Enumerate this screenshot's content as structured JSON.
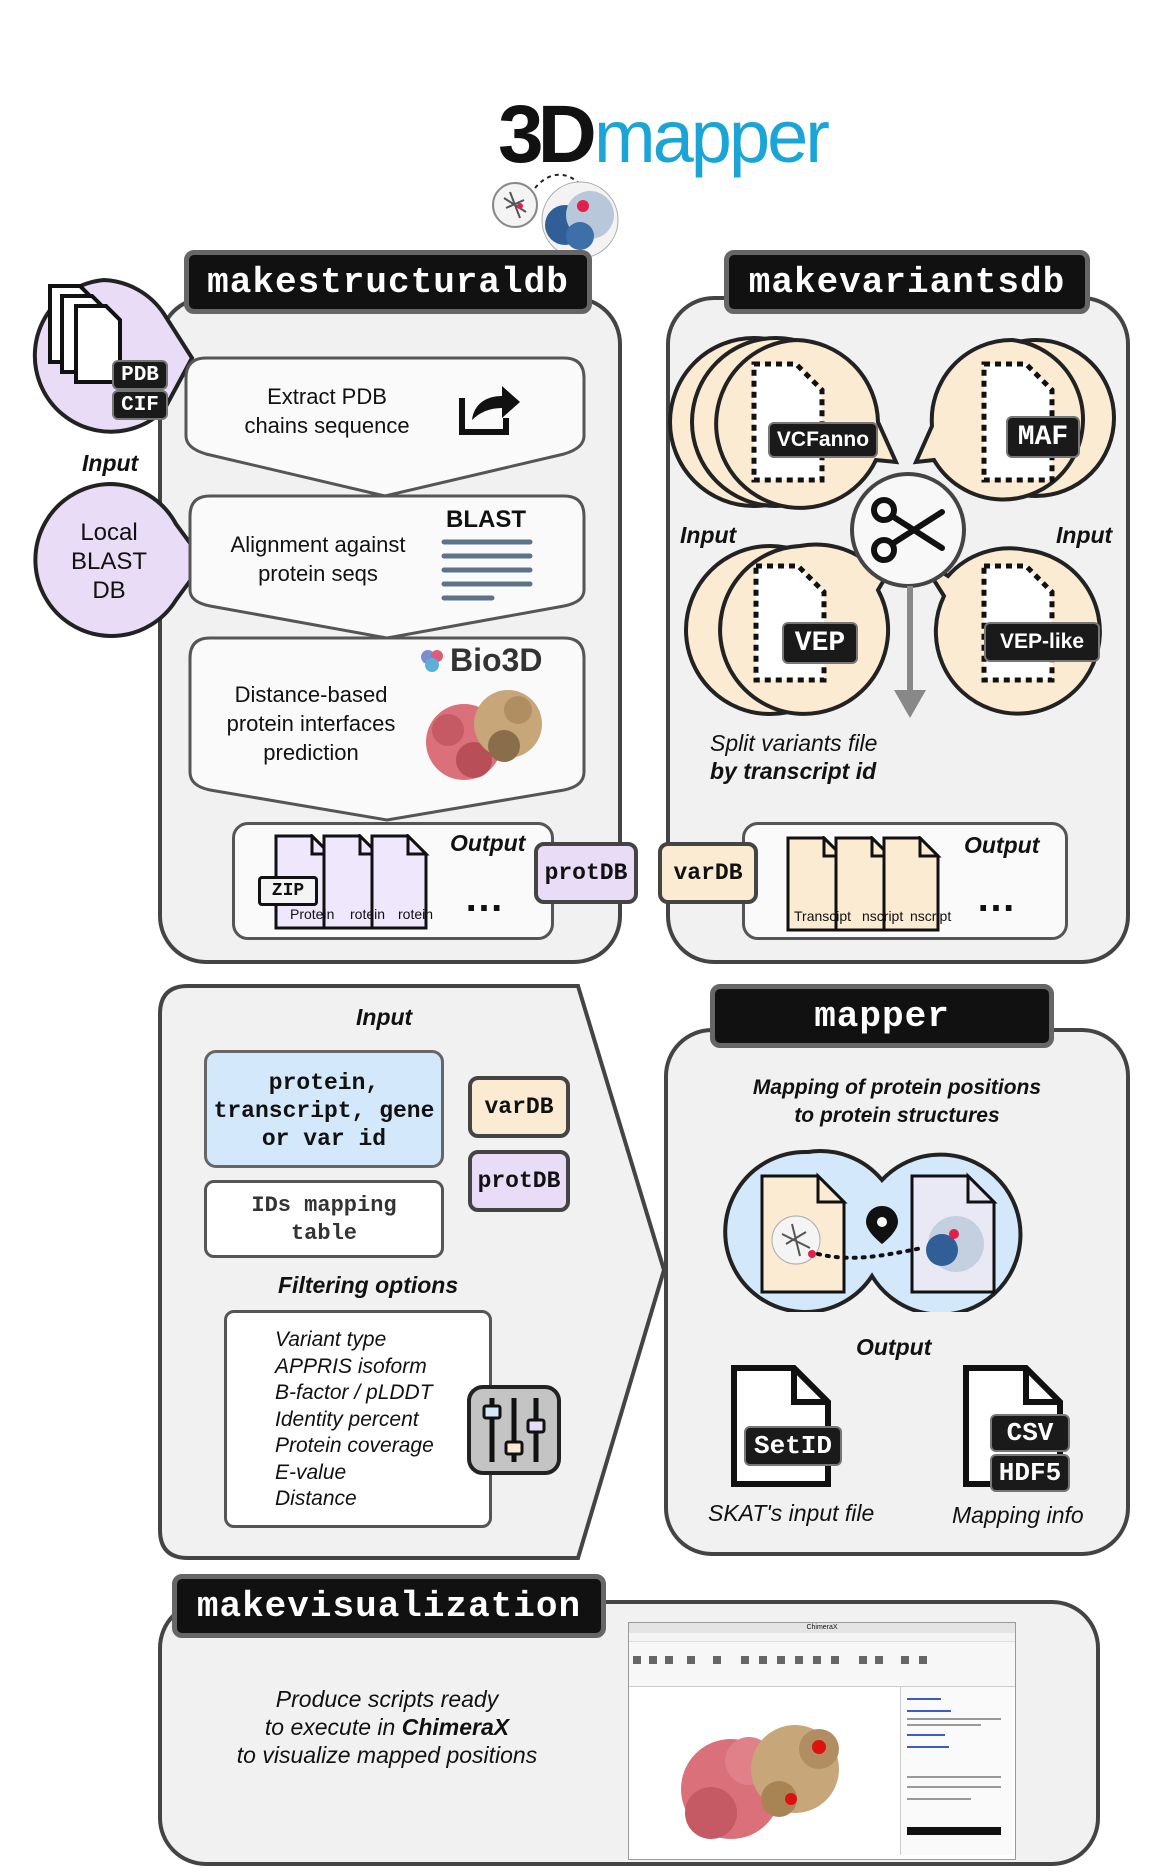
{
  "logo": {
    "text_dark": "3D",
    "text_blue": "mapper"
  },
  "makestructuraldb": {
    "title": "makestructuraldb",
    "input_label": "Input",
    "input_files": [
      "PDB",
      "CIF"
    ],
    "local_blast": "Local\nBLAST\nDB",
    "step1": "Extract PDB\nchains sequence",
    "step2": "Alignment against\nprotein seqs",
    "step2_tool": "BLAST",
    "step3": "Distance-based\nprotein interfaces\nprediction",
    "step3_tool": "Bio3D",
    "output_label": "Output",
    "output_zip": "ZIP",
    "output_files": [
      "Protein",
      "rotein",
      "rotein"
    ],
    "output_db": "protDB"
  },
  "makevariantsdb": {
    "title": "makevariantsdb",
    "inputs": [
      "VCFanno",
      "MAF",
      "VEP",
      "VEP-like"
    ],
    "input_label_left": "Input",
    "input_label_right": "Input",
    "split_line1": "Split variants file",
    "split_line2": "by transcript id",
    "output_label": "Output",
    "output_files": [
      "Transcipt",
      "nscript",
      "nscript"
    ],
    "output_db": "varDB"
  },
  "filter_panel": {
    "input_label": "Input",
    "ids_box": "protein,\ntranscript, gene\nor var id",
    "mapping_table": "IDs mapping\ntable",
    "vardb": "varDB",
    "protdb": "protDB",
    "filtering_label": "Filtering options",
    "options": [
      "Variant type",
      "APPRIS isoform",
      "B-factor / pLDDT",
      "Identity percent",
      "Protein coverage",
      "E-value",
      "Distance"
    ]
  },
  "mapper": {
    "title": "mapper",
    "desc_line1": "Mapping of protein positions",
    "desc_line2": "to protein structures",
    "output_label": "Output",
    "file1_label": "SetID",
    "file1_caption": "SKAT's input file",
    "file2_labels": [
      "CSV",
      "HDF5"
    ],
    "file2_caption": "Mapping info"
  },
  "makevisualization": {
    "title": "makevisualization",
    "desc_line1": "Produce scripts ready",
    "desc_line2_pre": "to execute in ",
    "desc_line2_bold": "ChimeraX",
    "desc_line3": "to visualize mapped positions",
    "screenshot_title": "ChimeraX"
  },
  "colors": {
    "accent_blue": "#1aa5d6",
    "input_purple": "#e8dcf6",
    "variant_beige": "#fbebd3",
    "id_blue": "#d4e8fb",
    "panel_gray": "#f1f1f1"
  }
}
